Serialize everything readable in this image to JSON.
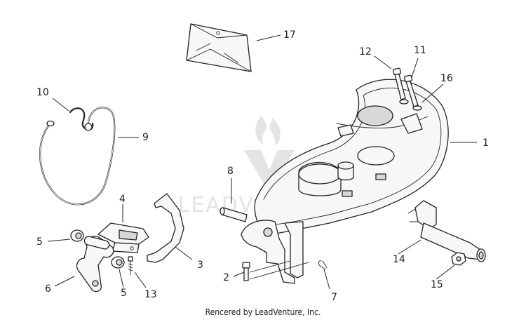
{
  "diagram": {
    "callouts": [
      {
        "label": "1"
      },
      {
        "label": "2"
      },
      {
        "label": "3"
      },
      {
        "label": "4"
      },
      {
        "label": "5"
      },
      {
        "label": "5"
      },
      {
        "label": "6"
      },
      {
        "label": "7"
      },
      {
        "label": "8"
      },
      {
        "label": "9"
      },
      {
        "label": "10"
      },
      {
        "label": "11"
      },
      {
        "label": "12"
      },
      {
        "label": "13"
      },
      {
        "label": "14"
      },
      {
        "label": "15"
      },
      {
        "label": "16"
      },
      {
        "label": "17"
      }
    ]
  },
  "watermark": {
    "text": "LEADVENTURE"
  },
  "footer": {
    "credit": "Rencered by LeadVenture, Inc."
  }
}
